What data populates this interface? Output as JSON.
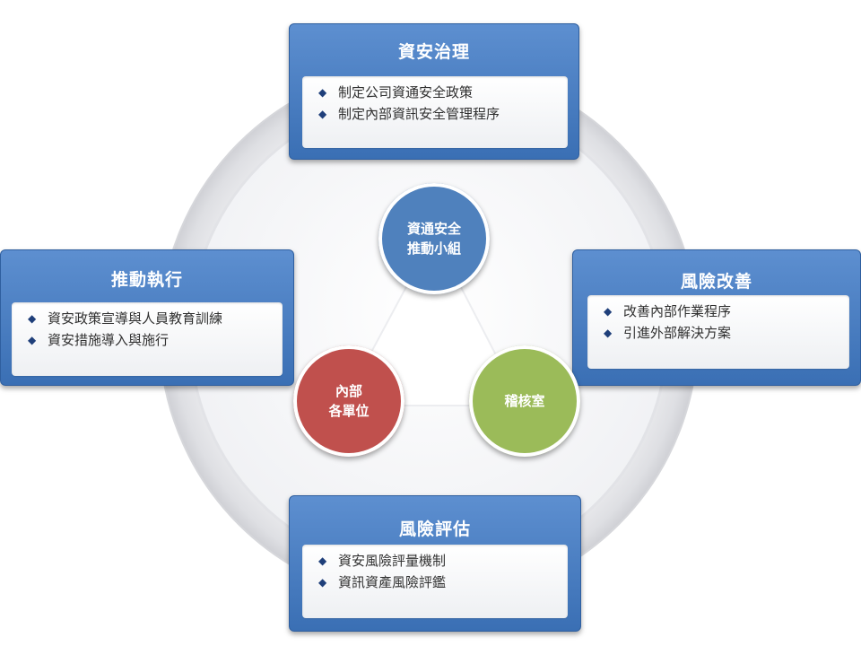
{
  "cards": {
    "top": {
      "title": "資安治理",
      "items": [
        "制定公司資通安全政策",
        "制定內部資訊安全管理程序"
      ]
    },
    "left": {
      "title": "推動執行",
      "items": [
        "資安政策宣導與人員教育訓練",
        "資安措施導入與施行"
      ]
    },
    "right": {
      "title": "風險改善",
      "items": [
        "改善內部作業程序",
        "引進外部解決方案"
      ]
    },
    "bottom": {
      "title": "風險評估",
      "items": [
        "資安風險評量機制",
        "資訊資產風險評鑑"
      ]
    }
  },
  "nodes": {
    "center": {
      "lines": [
        "資通安全",
        "推動小組"
      ],
      "color": "#4f81bd"
    },
    "left": {
      "lines": [
        "內部",
        "各單位"
      ],
      "color": "#c0504d"
    },
    "right": {
      "lines": [
        "稽核室"
      ],
      "color": "#9bbb59"
    }
  },
  "icons": {
    "bullet": "diamond-bullet-icon"
  },
  "colors": {
    "card": "#4f81bd",
    "bullet": "#1f3f7a"
  }
}
